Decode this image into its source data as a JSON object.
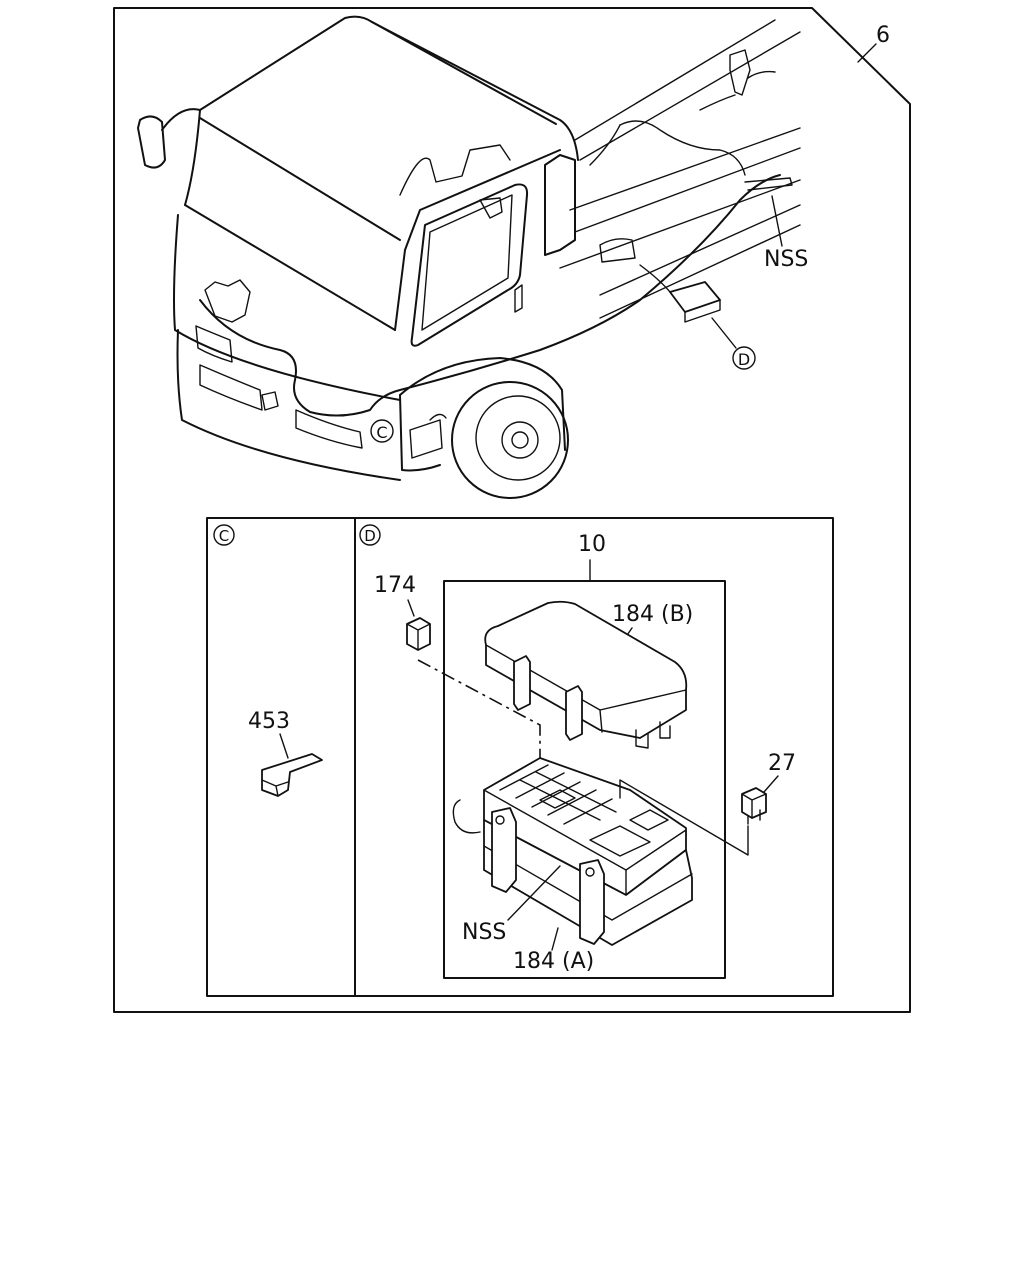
{
  "labels": {
    "main_ref": "6",
    "nss_top": "NSS",
    "callout_d_top": "D",
    "callout_c_top": "C",
    "panel_c": "C",
    "panel_d": "D",
    "part_453": "453",
    "part_10": "10",
    "part_174": "174",
    "part_184b": "184 (B)",
    "part_27": "27",
    "nss_box": "NSS",
    "part_184a": "184 (A)"
  }
}
